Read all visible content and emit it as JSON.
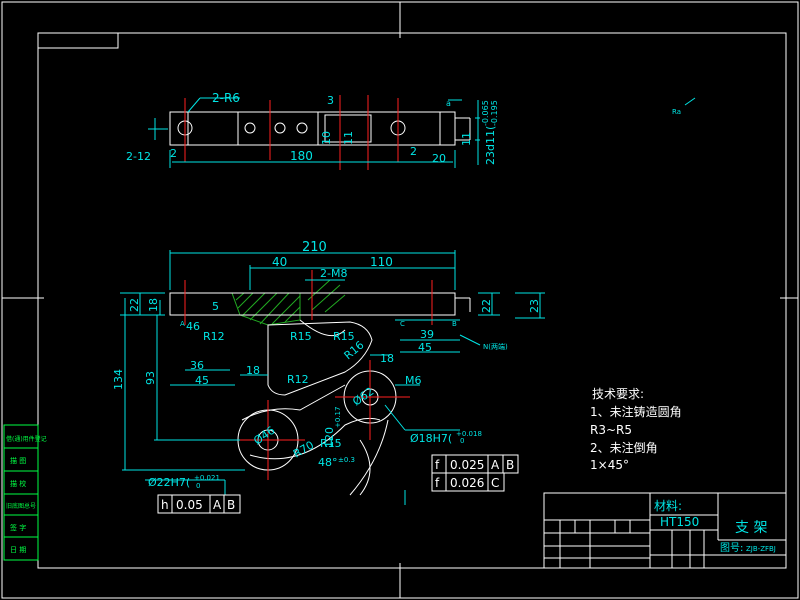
{
  "top_view": {
    "dims": {
      "fillet_2r6": "2-R6",
      "len_180": "180",
      "left_2x12": "2-12",
      "left_2": "2",
      "right_2": "2",
      "right_20": "20",
      "mid_3": "3",
      "mid_10": "10",
      "mid_11": "11",
      "right_11": "11",
      "tol_23": "23d11(",
      "tol_23_up": "-0.065",
      "tol_23_low": "-0.195",
      "roughness_a": "a",
      "small_note": "Ra"
    }
  },
  "front_view": {
    "dims": {
      "len_210": "210",
      "len_110": "110",
      "len_40": "40",
      "holes_2m8": "2-M8",
      "h22_left": "22",
      "h18_left": "18",
      "h22_right": "22",
      "h23_right": "23",
      "w39": "39",
      "w45_right": "45",
      "w36": "36",
      "w45_left": "45",
      "h134": "134",
      "h93": "93",
      "r12_a": "R12",
      "r15_a": "R15",
      "r15_b": "R15",
      "r16": "R16",
      "r12_b": "R12",
      "r15_c": "R15",
      "r70": "R70",
      "w18_left": "18",
      "w18_right": "18",
      "h5_a": "5",
      "w46": "46",
      "m6": "M6",
      "d62": "Ø62",
      "d46": "Ø46",
      "bore_18h7": "Ø18H7(",
      "bore_18h7_up": "+0.018",
      "bore_18h7_low": "0",
      "bore_22h7": "Ø22H7(",
      "bore_22h7_up": "+0.021",
      "bore_22h7_low": "0",
      "dim_120": "120",
      "dim_120_tol": "+0.17",
      "angle_48": "48°",
      "angle_48_tol": "±0.3",
      "flatness_tag": "N(两端)",
      "datum_a": "A",
      "datum_b": "B",
      "datum_c": "C"
    }
  },
  "tolerance_frames": [
    {
      "symbol": "f",
      "value": "0.025",
      "d1": "A",
      "d2": "B"
    },
    {
      "symbol": "f",
      "value": "0.026",
      "d1": "C",
      "d2": ""
    },
    {
      "symbol": "h",
      "value": "0.05",
      "d1": "A",
      "d2": "B"
    }
  ],
  "tech_requirements": {
    "title": "技术要求:",
    "line1": "1、未注铸造圆角",
    "line2": "R3~R5",
    "line3": "2、未注倒角",
    "line4": "1×45°"
  },
  "title_block": {
    "material_label": "材料:",
    "material": "HT150",
    "part_name": "支  架",
    "drawing_no_label": "图号:",
    "drawing_no": "ZJB-ZFBJ"
  },
  "side_stamp": [
    "借(通)用件登记",
    "描  图",
    "描  校",
    "旧底图总号",
    "签  字",
    "日  期"
  ],
  "colors": {
    "background": "#000000",
    "outline": "#ffffff",
    "dimension": "#00e5e5",
    "center": "#ff2020",
    "hatch": "#22aa22",
    "stamp": "#00ff44"
  }
}
